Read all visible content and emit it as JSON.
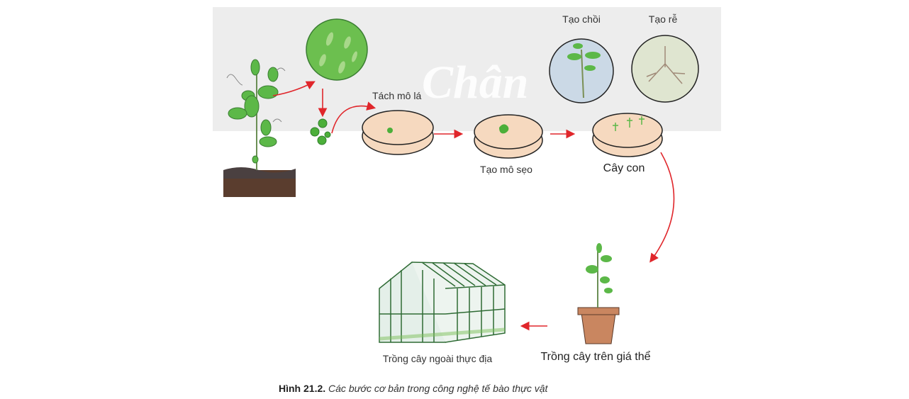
{
  "watermark": "Chân trời sáng tạo",
  "labels": {
    "tach_mo_la": "Tách mô lá",
    "tao_mo_seo": "Tạo mô sẹo",
    "cay_con": "Cây con",
    "tao_choi": "Tạo chồi",
    "tao_re": "Tạo rễ",
    "trong_cay_gia_the": "Trồng cây trên giá thể",
    "trong_cay_thuc_dia": "Trồng cây ngoài thực địa"
  },
  "caption": {
    "number": "Hình 21.2.",
    "text": " Các bước cơ bản trong công nghệ tế bào thực vật"
  },
  "colors": {
    "arrow": "#e0262b",
    "leaf": "#5cb848",
    "dish_medium": "#f6d9bf",
    "pot": "#c98660",
    "greenhouse": "#2e6b34"
  }
}
